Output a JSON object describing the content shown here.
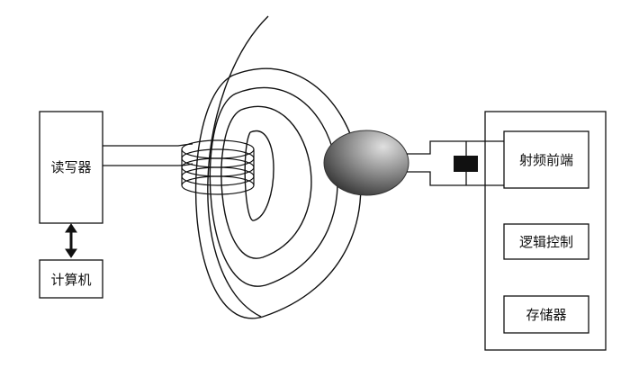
{
  "diagram": {
    "reader": {
      "label": "读写器"
    },
    "computer": {
      "label": "计算机"
    },
    "tag": {
      "rf_front_end": {
        "label": "射频前端"
      },
      "logic_control": {
        "label": "逻辑控制"
      },
      "memory": {
        "label": "存储器"
      }
    }
  },
  "colors": {
    "stroke": "#111111",
    "background": "#ffffff",
    "chip_dark": "#222222",
    "chip_light": "#d8d8d8"
  }
}
